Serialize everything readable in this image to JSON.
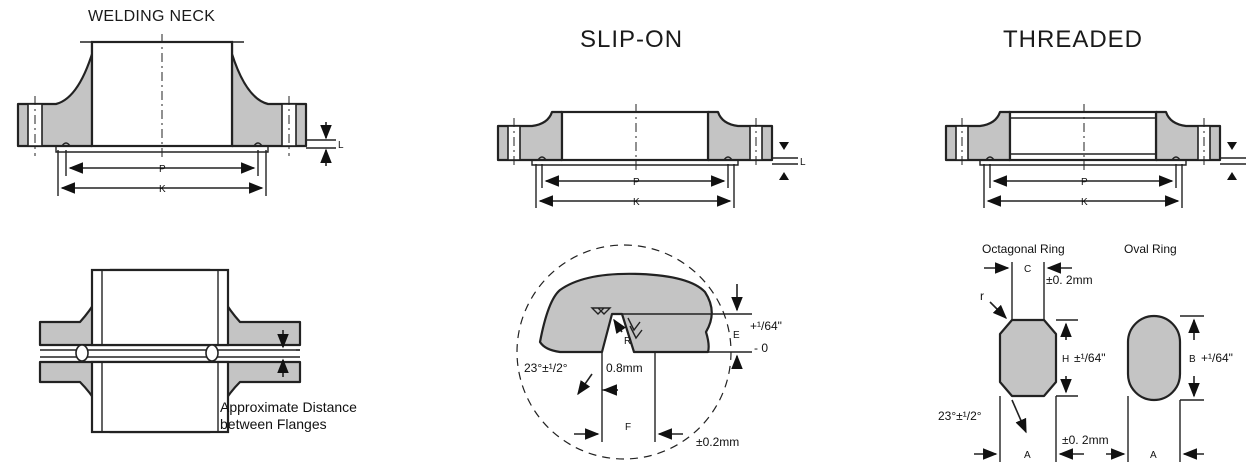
{
  "titles": {
    "welding_neck": "WELDING NECK",
    "slip_on": "SLIP-ON",
    "threaded": "THREADED"
  },
  "dimensions": {
    "P": "P",
    "K": "K",
    "L": "L",
    "C": "C",
    "H": "H",
    "B": "B",
    "A": "A",
    "E": "E",
    "F": "F",
    "R": "R",
    "r": "r"
  },
  "annotations": {
    "approx_distance_line1": "Approximate Distance",
    "approx_distance_line2": "between Flanges",
    "octagonal_ring": "Octagonal Ring",
    "oval_ring": "Oval Ring",
    "tol_02mm_c": "±0. 2mm",
    "tol_02mm_a": "±0. 2mm",
    "tol_02mm_f": "±0.2mm",
    "tol_h": "±¹/64\"",
    "tol_b": "+¹/64\"",
    "tol_e_plus": "+¹/64\"",
    "tol_e_minus": "- 0",
    "angle_groove": "23°±¹/2°",
    "angle_ring": "23°±¹/2°",
    "width_08": "0.8mm"
  },
  "colors": {
    "fill_gray": "#c4c4c4",
    "stroke": "#222222",
    "background": "#ffffff"
  }
}
